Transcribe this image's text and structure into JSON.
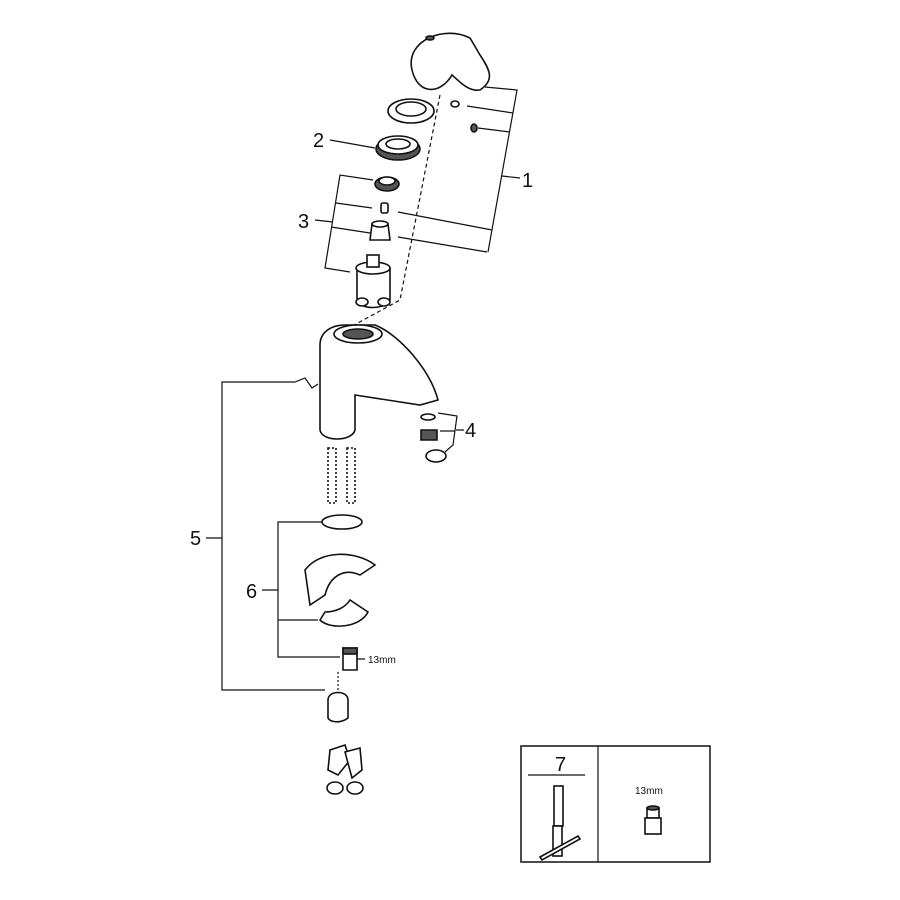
{
  "diagram": {
    "callouts": {
      "p1": "1",
      "p2": "2",
      "p3": "3",
      "p4": "4",
      "p5": "5",
      "p6": "6",
      "p7": "7"
    },
    "nut_size_label": "13mm",
    "tool_box": {
      "wrench_number": "7",
      "nut_size_label": "13mm"
    }
  }
}
